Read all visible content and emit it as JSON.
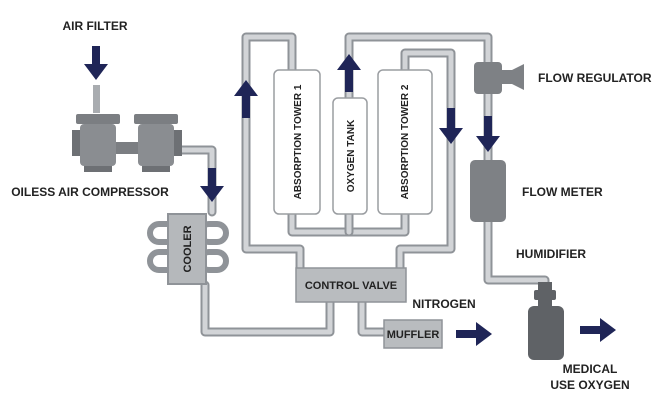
{
  "labels": {
    "air_filter": "AIR FILTER",
    "compressor": "OILESS AIR COMPRESSOR",
    "cooler": "COOLER",
    "tower1": "ABSORPTION TOWER 1",
    "oxygen_tank": "OXYGEN TANK",
    "tower2": "ABSORPTION TOWER 2",
    "control_valve": "CONTROL VALVE",
    "muffler": "MUFFLER",
    "nitrogen": "NITROGEN",
    "flow_regulator": "FLOW REGULATOR",
    "flow_meter": "FLOW METER",
    "humidifier": "HUMIDIFIER",
    "medical_line1": "MEDICAL",
    "medical_line2": "USE OXYGEN"
  },
  "icons": {
    "flow_arrow": "arrow-icon",
    "compressor": "compressor-icon",
    "flow_regulator": "valve-icon",
    "humidifier": "bottle-icon"
  },
  "colors": {
    "pipe_outline": "#8f9398",
    "pipe_fill": "#d2d4d7",
    "arrow": "#1f2557",
    "component_dark": "#6e7175",
    "component_box": "#b9bcbf",
    "text": "#222222"
  }
}
